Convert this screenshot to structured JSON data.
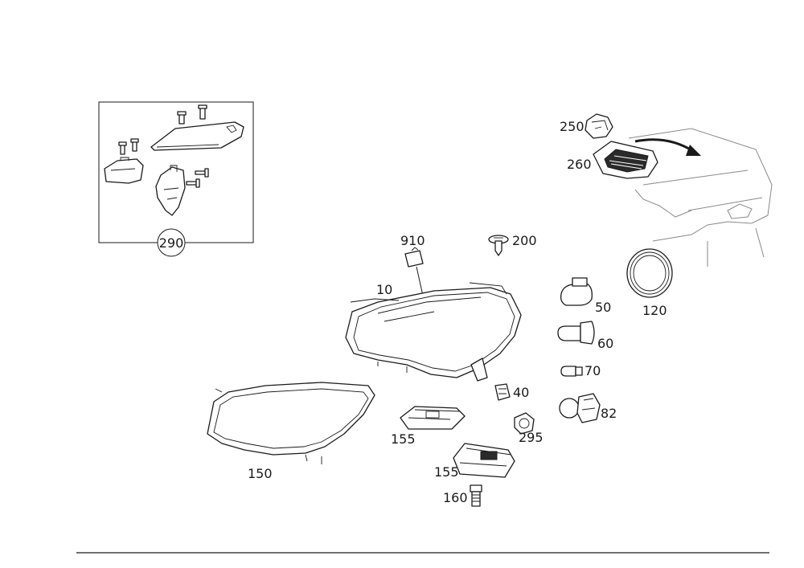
{
  "diagram": {
    "callouts": {
      "p10": "10",
      "p40": "40",
      "p50": "50",
      "p60": "60",
      "p70": "70",
      "p82": "82",
      "p120": "120",
      "p150": "150",
      "p155a": "155",
      "p155b": "155",
      "p160": "160",
      "p200": "200",
      "p250": "250",
      "p260": "260",
      "p290": "290",
      "p295": "295",
      "p910": "910"
    }
  }
}
